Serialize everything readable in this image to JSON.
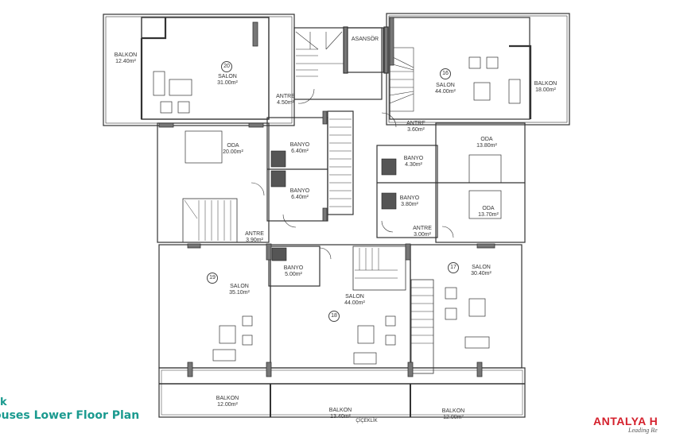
{
  "caption": {
    "line1": "k",
    "line2": "ouses Lower Floor Plan"
  },
  "logo": {
    "brand": "ANTALYA H",
    "tagline": "Leading Re",
    "color": "#d41f2b"
  },
  "colors": {
    "caption": "#1a9a8f",
    "walls": "#333333",
    "background": "#ffffff"
  },
  "units": {
    "u16": "16",
    "u17": "17",
    "u18": "18",
    "u19": "19",
    "u20": "20"
  },
  "rooms": {
    "balkon_20": {
      "name": "BALKON",
      "area": "12.40m²"
    },
    "salon_20": {
      "name": "SALON",
      "area": "31.00m²"
    },
    "antre_20": {
      "name": "ANTRE",
      "area": "4.50m²"
    },
    "asansor": {
      "name": "ASANSÖR"
    },
    "salon_16": {
      "name": "SALON",
      "area": "44.00m²"
    },
    "balkon_16": {
      "name": "BALKON",
      "area": "18.00m²"
    },
    "antre_16": {
      "name": "ANTRE",
      "area": "3.60m²"
    },
    "oda_20": {
      "name": "ODA",
      "area": "20.00m²"
    },
    "banyo_a": {
      "name": "BANYO",
      "area": "6.40m²"
    },
    "banyo_b": {
      "name": "BANYO",
      "area": "6.40m²"
    },
    "banyo_c": {
      "name": "BANYO",
      "area": "4.30m²"
    },
    "oda_16": {
      "name": "ODA",
      "area": "13.80m²"
    },
    "banyo_d": {
      "name": "BANYO",
      "area": "3.80m²"
    },
    "oda_17": {
      "name": "ODA",
      "area": "13.70m²"
    },
    "antre_19": {
      "name": "ANTRE",
      "area": "3.90m²"
    },
    "antre_17": {
      "name": "ANTRE",
      "area": "3.00m²"
    },
    "banyo_18": {
      "name": "BANYO",
      "area": "5.00m²"
    },
    "salon_19": {
      "name": "SALON",
      "area": "35.10m²"
    },
    "salon_18": {
      "name": "SALON",
      "area": "44.00m²"
    },
    "salon_17": {
      "name": "SALON",
      "area": "30.40m²"
    },
    "balkon_19": {
      "name": "BALKON",
      "area": "12.00m²"
    },
    "balkon_18": {
      "name": "BALKON",
      "area": "13.40m²",
      "note": "ÇİÇEKLİK"
    },
    "balkon_17": {
      "name": "BALKON",
      "area": "12.00m²"
    }
  }
}
